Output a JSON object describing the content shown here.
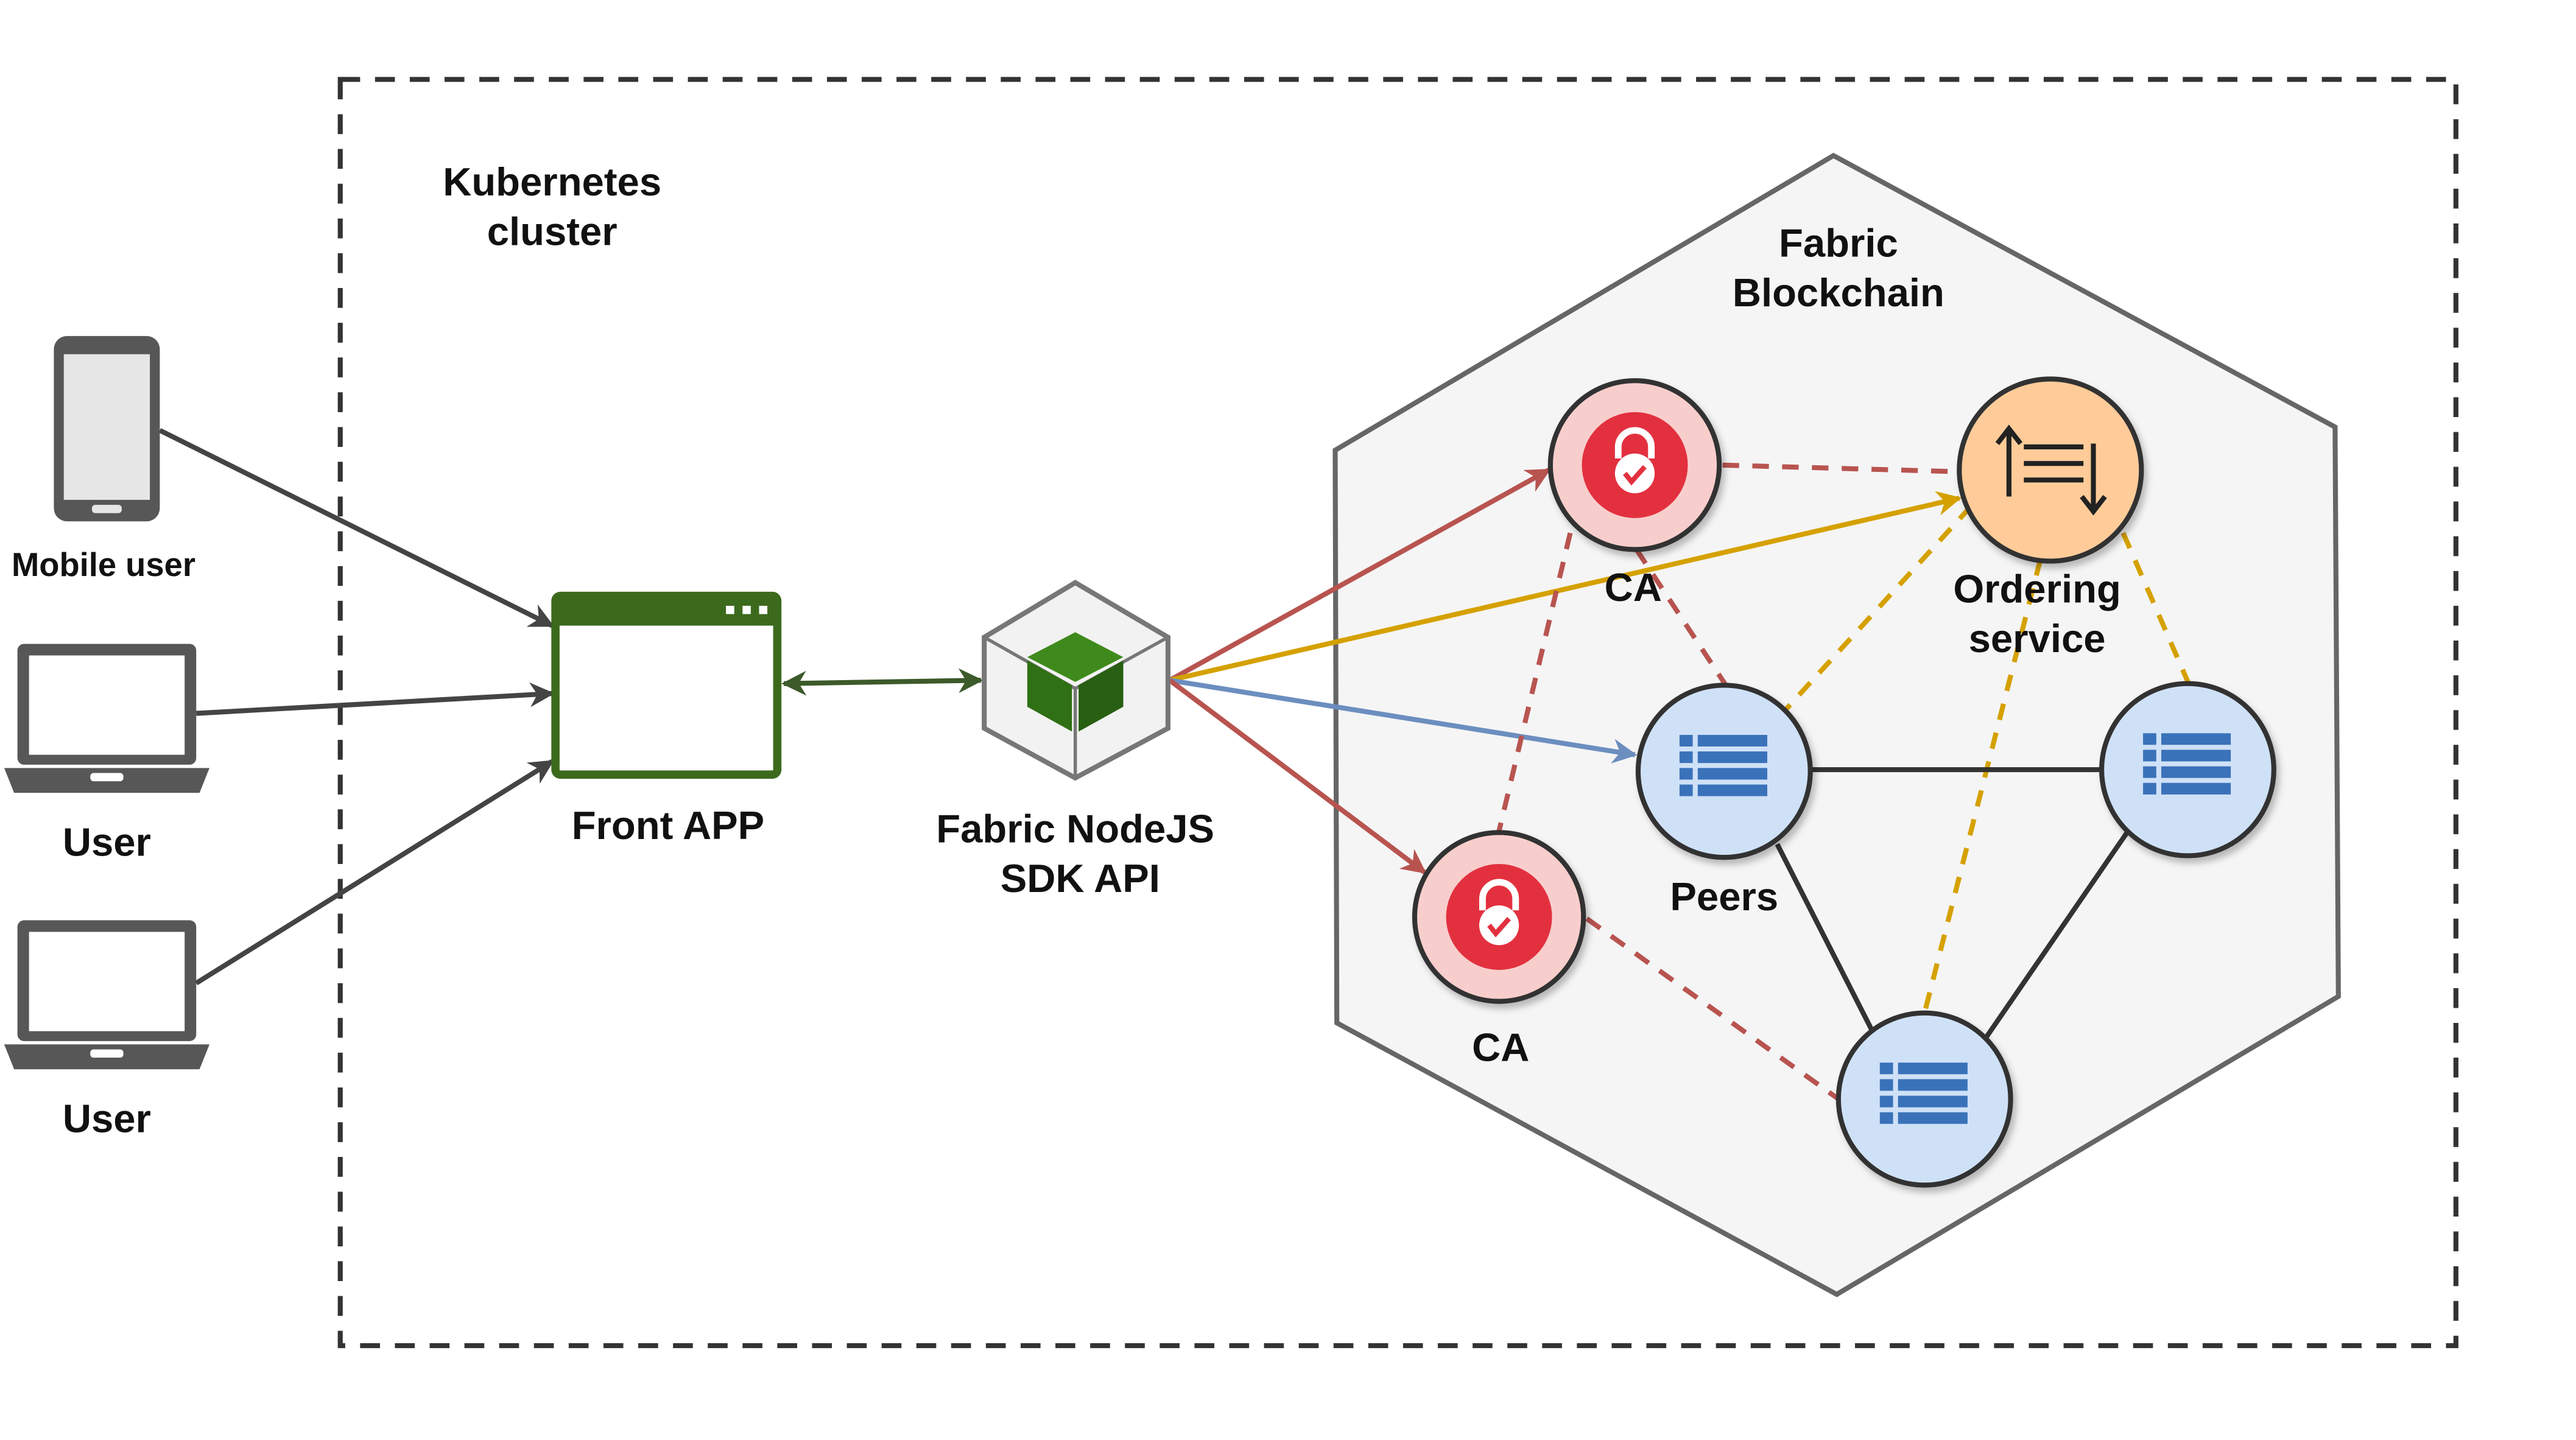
{
  "labels": {
    "cluster": [
      "Kubernetes",
      "cluster"
    ],
    "mobile_user": "Mobile user",
    "user1": "User",
    "user2": "User",
    "front_app": "Front APP",
    "sdk": [
      "Fabric NodeJS",
      "SDK API"
    ],
    "fabric": [
      "Fabric",
      "Blockchain"
    ],
    "ca_top": "CA",
    "ca_bottom": "CA",
    "ordering": [
      "Ordering",
      "service"
    ],
    "peers": "Peers"
  },
  "colors": {
    "dark_line": "#444444",
    "green": "#3d5a2a",
    "red": "#b85450",
    "gold": "#d5a100",
    "blue": "#6c8ebf",
    "ca_fill": "#f8cecc",
    "ca_icon": "#e3303f",
    "ordering_fill": "#ffcc99",
    "peer_fill": "#cfe1f7",
    "peer_icon": "#3a72ba",
    "hexagon_fill": "#f5f5f5",
    "front_app_border": "#3c6a1d",
    "cube_green": "#2f7015"
  },
  "icons": {
    "mobile": "smartphone-icon",
    "laptop": "laptop-icon",
    "front_app": "browser-window-icon",
    "sdk": "cube-icon",
    "ca": "lock-check-icon",
    "ordering": "ordering-arrows-icon",
    "peer": "ledger-list-icon"
  }
}
